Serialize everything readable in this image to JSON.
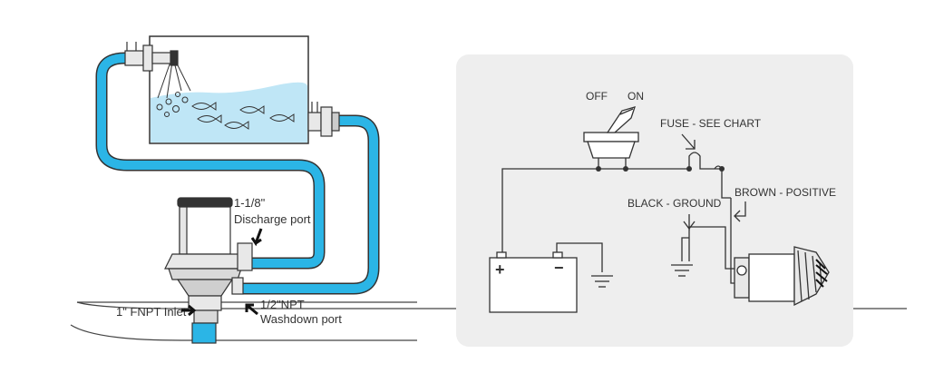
{
  "pump_diagram": {
    "discharge": {
      "size": "1-1/8\"",
      "name": "Discharge port"
    },
    "inlet": "1\" FNPT Inlet",
    "washdown": {
      "size": "1/2\"NPT",
      "name": "Washdown port"
    }
  },
  "wiring_diagram": {
    "switch_off": "OFF",
    "switch_on": "ON",
    "fuse": "FUSE - SEE CHART",
    "black_wire": "BLACK - GROUND",
    "brown_wire": "BROWN - POSITIVE",
    "battery_plus": "+",
    "battery_minus": "−"
  },
  "colors": {
    "hose": "#2bb5e6",
    "water": "#bfe6f6",
    "panel": "#eeeeee",
    "line": "#333333"
  }
}
